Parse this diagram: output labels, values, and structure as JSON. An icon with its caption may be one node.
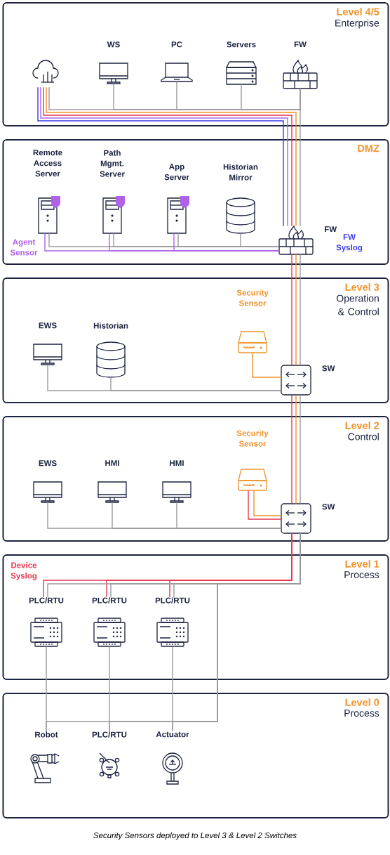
{
  "diagram": {
    "caption": "Security Sensors deployed to Level 3 & Level 2 Switches",
    "nodes": [
      {
        "text": [
          "Level 4/5",
          "Enterprise"
        ]
      },
      {
        "text": [],
        "shape": "cloud",
        "in": 0
      },
      {
        "text": [
          "WS"
        ],
        "in": 0
      },
      {
        "text": [
          "PC"
        ],
        "in": 0
      },
      {
        "text": [
          "Servers"
        ],
        "in": 0
      },
      {
        "text": [
          "FW"
        ],
        "in": 0
      },
      {
        "text": [
          "DMZ"
        ]
      },
      {
        "text": [
          "Remote Access Server"
        ],
        "in": 6
      },
      {
        "text": [
          "Path Mgmt. Server"
        ],
        "in": 6
      },
      {
        "text": [
          "App Server"
        ],
        "in": 6
      },
      {
        "text": [
          "Historian Mirror"
        ],
        "in": 6
      },
      {
        "text": [
          "FW"
        ],
        "in": 6
      },
      {
        "text": [
          "Level 3",
          "Operation & Control"
        ]
      },
      {
        "text": [
          "EWS"
        ],
        "in": 12
      },
      {
        "text": [
          "Historian"
        ],
        "in": 12
      },
      {
        "text": [
          "Security Sensor"
        ],
        "in": 12
      },
      {
        "text": [
          "SW"
        ],
        "in": 12
      },
      {
        "text": [
          "Level 2",
          "Control"
        ]
      },
      {
        "text": [
          "EWS"
        ],
        "in": 17
      },
      {
        "text": [
          "HMI"
        ],
        "in": 17
      },
      {
        "text": [
          "HMI"
        ],
        "in": 17
      },
      {
        "text": [
          "Security Sensor"
        ],
        "in": 17
      },
      {
        "text": [
          "SW"
        ],
        "in": 17
      },
      {
        "text": [
          "Level 1",
          "Process"
        ]
      },
      {
        "text": [
          "PLC/RTU"
        ],
        "in": 23
      },
      {
        "text": [
          "PLC/RTU"
        ],
        "in": 23
      },
      {
        "text": [
          "PLC/RTU"
        ],
        "in": 23
      },
      {
        "text": [
          "Level 0",
          "Process"
        ]
      },
      {
        "text": [
          "Robot"
        ],
        "in": 27
      },
      {
        "text": [
          "PLC/RTU"
        ],
        "in": 27
      },
      {
        "text": [
          "Actuator"
        ],
        "in": 27
      }
    ],
    "edges": [
      {
        "from": 1,
        "to": 5,
        "arrow": "none"
      },
      {
        "from": 2,
        "to": 5,
        "arrow": "none"
      },
      {
        "from": 3,
        "to": 5,
        "arrow": "none"
      },
      {
        "from": 4,
        "to": 5,
        "arrow": "none"
      },
      {
        "from": 1,
        "to": 11,
        "arrow": "none",
        "color": "#3b3bf0"
      },
      {
        "from": 1,
        "to": 11,
        "arrow": "none",
        "color": "#b062e8"
      },
      {
        "from": 1,
        "to": 11,
        "arrow": "none",
        "color": "#e8364f"
      },
      {
        "from": 1,
        "to": 11,
        "arrow": "none",
        "color": "#f0922b"
      },
      {
        "from": 5,
        "to": 11,
        "arrow": "none"
      },
      {
        "from": 7,
        "to": 11,
        "arrow": "none"
      },
      {
        "from": 7,
        "to": 11,
        "arrow": "none",
        "color": "#b062e8"
      },
      {
        "from": 8,
        "to": 11,
        "arrow": "none"
      },
      {
        "from": 8,
        "to": 11,
        "arrow": "none",
        "color": "#b062e8"
      },
      {
        "from": 9,
        "to": 11,
        "arrow": "none"
      },
      {
        "from": 9,
        "to": 11,
        "arrow": "none",
        "color": "#b062e8"
      },
      {
        "from": 10,
        "to": 11,
        "arrow": "none"
      },
      {
        "from": 11,
        "to": 16,
        "arrow": "none",
        "color": "#e8364f"
      },
      {
        "from": 11,
        "to": 16,
        "arrow": "none",
        "color": "#f0922b"
      },
      {
        "from": 11,
        "to": 16,
        "arrow": "none"
      },
      {
        "from": 15,
        "to": 16,
        "arrow": "none",
        "color": "#f0922b"
      },
      {
        "from": 13,
        "to": 16,
        "arrow": "none"
      },
      {
        "from": 14,
        "to": 16,
        "arrow": "none"
      },
      {
        "from": 16,
        "to": 22,
        "arrow": "none",
        "color": "#e8364f"
      },
      {
        "from": 16,
        "to": 22,
        "arrow": "none",
        "color": "#f0922b"
      },
      {
        "from": 16,
        "to": 22,
        "arrow": "none"
      },
      {
        "from": 21,
        "to": 22,
        "arrow": "none",
        "color": "#e8364f"
      },
      {
        "from": 21,
        "to": 22,
        "arrow": "none",
        "color": "#f0922b"
      },
      {
        "from": 18,
        "to": 22,
        "arrow": "none"
      },
      {
        "from": 19,
        "to": 22,
        "arrow": "none"
      },
      {
        "from": 20,
        "to": 22,
        "arrow": "none"
      },
      {
        "from": 22,
        "to": 24,
        "arrow": "none",
        "color": "#e8364f"
      },
      {
        "from": 22,
        "to": 25,
        "arrow": "none",
        "color": "#e8364f"
      },
      {
        "from": 22,
        "to": 26,
        "arrow": "none",
        "color": "#e8364f"
      },
      {
        "from": 22,
        "to": 24,
        "arrow": "none"
      },
      {
        "from": 22,
        "to": 25,
        "arrow": "none"
      },
      {
        "from": 22,
        "to": 26,
        "arrow": "none"
      },
      {
        "from": 22,
        "to": 28,
        "arrow": "none"
      },
      {
        "from": 22,
        "to": 29,
        "arrow": "none"
      },
      {
        "from": 22,
        "to": 30,
        "arrow": "none"
      },
      {
        "from": 24,
        "to": 28,
        "arrow": "none"
      },
      {
        "from": 25,
        "to": 29,
        "arrow": "none"
      },
      {
        "from": 26,
        "to": 30,
        "arrow": "none"
      }
    ],
    "labels": [
      "Agent Sensor",
      "FW Syslog",
      "Device Syslog"
    ]
  }
}
